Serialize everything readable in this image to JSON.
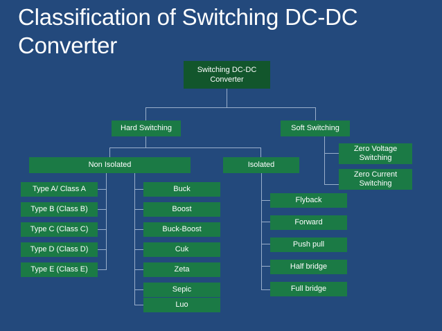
{
  "slide": {
    "title": "Classification of Switching DC-DC Converter",
    "background_color": "#23497c",
    "title_color": "#ffffff",
    "node_color": "#1b7a45",
    "root_node_color": "#12562c",
    "connector_color": "#9bb0cc"
  },
  "diagram": {
    "type": "tree",
    "root": {
      "label": "Switching DC-DC Converter"
    },
    "level1": [
      {
        "label": "Hard Switching"
      },
      {
        "label": "Soft Switching"
      }
    ],
    "hard_switching_children": [
      {
        "label": "Non Isolated"
      },
      {
        "label": "Isolated"
      }
    ],
    "non_isolated_classes": [
      {
        "label": "Type A/ Class A"
      },
      {
        "label": "Type B (Class B)"
      },
      {
        "label": "Type C (Class C)"
      },
      {
        "label": "Type D (Class D)"
      },
      {
        "label": "Type E (Class E)"
      }
    ],
    "non_isolated_topologies": [
      {
        "label": "Buck"
      },
      {
        "label": "Boost"
      },
      {
        "label": "Buck-Boost"
      },
      {
        "label": "Cuk"
      },
      {
        "label": "Zeta"
      },
      {
        "label": "Sepic"
      },
      {
        "label": "Luo"
      }
    ],
    "isolated_topologies": [
      {
        "label": "Flyback"
      },
      {
        "label": "Forward"
      },
      {
        "label": "Push pull"
      },
      {
        "label": "Half bridge"
      },
      {
        "label": "Full bridge"
      }
    ],
    "soft_switching_children": [
      {
        "label": "Zero Voltage Switching"
      },
      {
        "label": "Zero Current Switching"
      }
    ]
  }
}
